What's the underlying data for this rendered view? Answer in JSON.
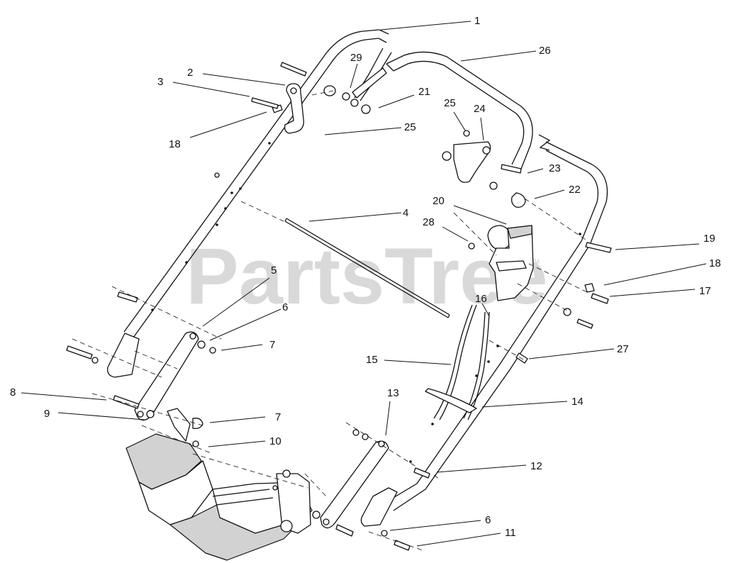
{
  "watermark": {
    "text": "PartsTree",
    "trademark": "TM"
  },
  "callouts": [
    {
      "id": "c1",
      "label": "1"
    },
    {
      "id": "c26",
      "label": "26"
    },
    {
      "id": "c2",
      "label": "2"
    },
    {
      "id": "c3",
      "label": "3"
    },
    {
      "id": "c29",
      "label": "29"
    },
    {
      "id": "c21",
      "label": "21"
    },
    {
      "id": "c18a",
      "label": "18"
    },
    {
      "id": "c25a",
      "label": "25"
    },
    {
      "id": "c25b",
      "label": "25"
    },
    {
      "id": "c24",
      "label": "24"
    },
    {
      "id": "c23",
      "label": "23"
    },
    {
      "id": "c22",
      "label": "22"
    },
    {
      "id": "c20",
      "label": "20"
    },
    {
      "id": "c28",
      "label": "28"
    },
    {
      "id": "c4",
      "label": "4"
    },
    {
      "id": "c19",
      "label": "19"
    },
    {
      "id": "c18b",
      "label": "18"
    },
    {
      "id": "c17",
      "label": "17"
    },
    {
      "id": "c5",
      "label": "5"
    },
    {
      "id": "c16",
      "label": "16"
    },
    {
      "id": "c6a",
      "label": "6"
    },
    {
      "id": "c7a",
      "label": "7"
    },
    {
      "id": "c27",
      "label": "27"
    },
    {
      "id": "c15",
      "label": "15"
    },
    {
      "id": "c8",
      "label": "8"
    },
    {
      "id": "c13",
      "label": "13"
    },
    {
      "id": "c14",
      "label": "14"
    },
    {
      "id": "c9",
      "label": "9"
    },
    {
      "id": "c7b",
      "label": "7"
    },
    {
      "id": "c10",
      "label": "10"
    },
    {
      "id": "c12",
      "label": "12"
    },
    {
      "id": "c6b",
      "label": "6"
    },
    {
      "id": "c11",
      "label": "11"
    }
  ]
}
